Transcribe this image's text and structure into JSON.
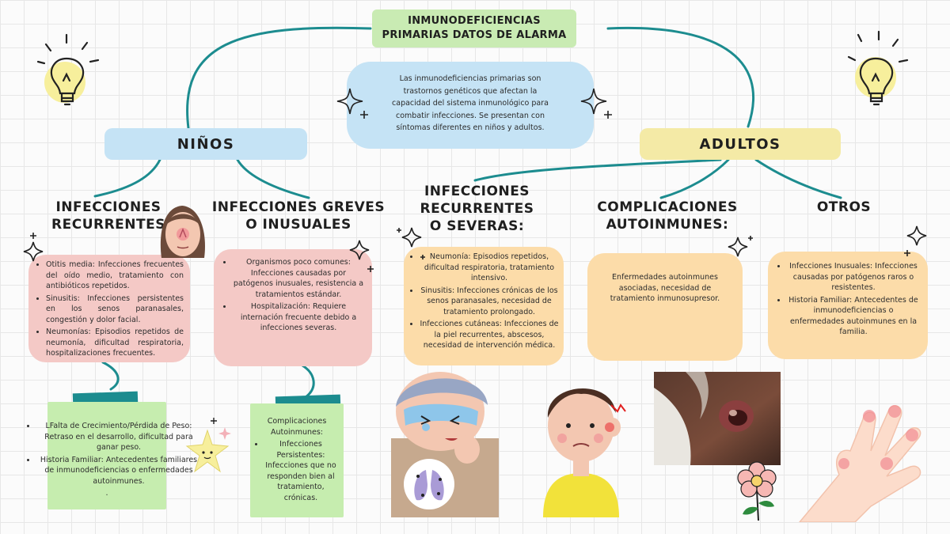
{
  "title": {
    "line1": "INMUNODEFICIENCIAS",
    "line2": "PRIMARIAS DATOS DE ALARMA"
  },
  "intro": "Las inmunodeficiencias primarias son trastornos genéticos que afectan la capacidad del sistema inmunológico para combatir infecciones. Se presentan con síntomas diferentes en niños y adultos.",
  "groups": {
    "ninos": "NIÑOS",
    "adultos": "ADULTOS"
  },
  "colors": {
    "teal": "#1c8c8f",
    "pink": "#f4c9c6",
    "orange": "#fcdca9",
    "green": "#c6edaf",
    "blue": "#c5e3f5",
    "yellow": "#f4eaa6"
  },
  "sections": {
    "ninos_recurrentes": {
      "heading": "INFECCIONES RECURRENTES",
      "items": [
        "Otitis media: Infecciones frecuentes del oído medio, tratamiento con antibióticos repetidos.",
        "Sinusitis: Infecciones persistentes en los senos paranasales, congestión y dolor facial.",
        "Neumonías: Episodios repetidos de neumonía, dificultad respiratoria, hospitalizaciones frecuentes."
      ],
      "green_items": [
        "LFalta de Crecimiento/Pérdida de Peso: Retraso en el desarrollo, dificultad para ganar peso.",
        "Historia Familiar: Antecedentes familiares de inmunodeficiencias o enfermedades autoinmunes."
      ],
      "green_trailing": "."
    },
    "ninos_graves": {
      "heading": "INFECCIONES GREVES O INUSUALES",
      "items": [
        "Organismos poco comunes: Infecciones causadas por patógenos inusuales, resistencia a tratamientos estándar.",
        "Hospitalización: Requiere internación frecuente debido a infecciones severas."
      ],
      "green_title": "Complicaciones Autoinmunes:",
      "green_items": [
        "Infecciones Persistentes: Infecciones que no responden bien al tratamiento, crónicas."
      ]
    },
    "adultos_recurrentes": {
      "heading": "INFECCIONES RECURRENTES O SEVERAS:",
      "items": [
        "Neumonía: Episodios repetidos, dificultad respiratoria, tratamiento intensivo.",
        "Sinusitis: Infecciones crónicas de los senos paranasales, necesidad de tratamiento prolongado.",
        "Infecciones cutáneas: Infecciones de la piel recurrentes, abscesos, necesidad de intervención médica."
      ]
    },
    "adultos_autoinmunes": {
      "heading": "COMPLICACIONES AUTOINMUNES:",
      "text": "Enfermedades autoinmunes asociadas, necesidad de tratamiento inmunosupresor."
    },
    "adultos_otros": {
      "heading": "OTROS",
      "items": [
        "Infecciones Inusuales: Infecciones causadas por patógenos raros o resistentes.",
        "Historia Familiar: Antecedentes de inmunodeficiencias o enfermedades autoinmunes en la familia."
      ]
    }
  },
  "icons": [
    "lightbulb-icon",
    "sparkle-icon",
    "star-icon",
    "flower-icon"
  ]
}
